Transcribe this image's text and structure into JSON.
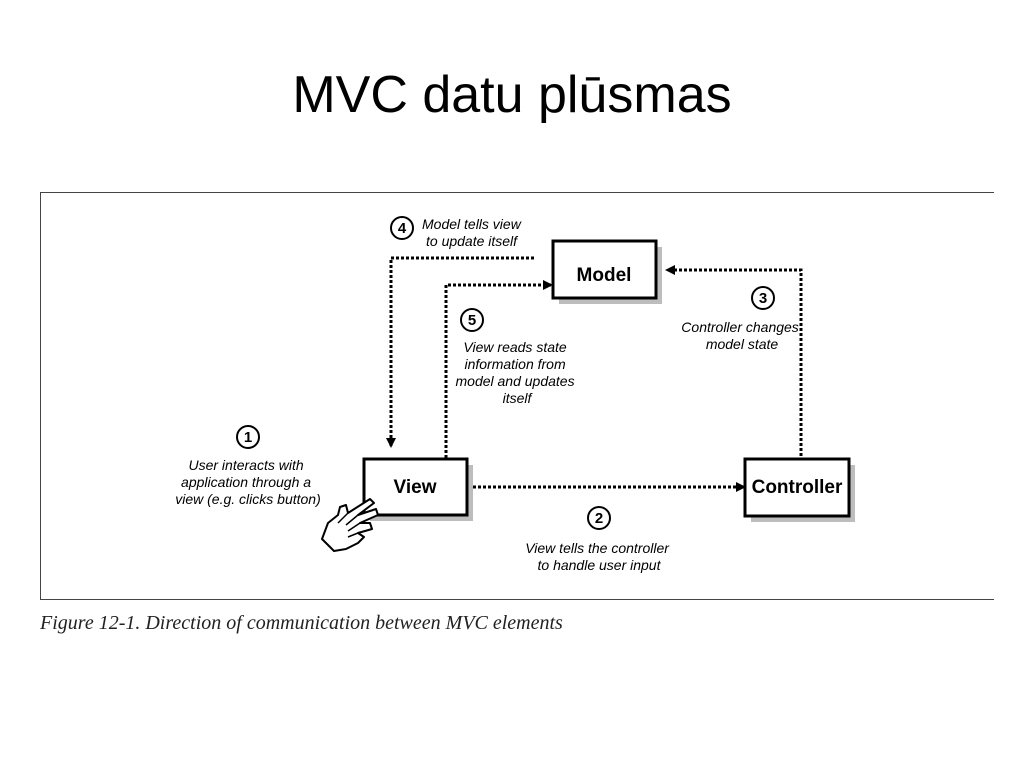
{
  "title": "MVC datu plūsmas",
  "caption": "Figure 12-1. Direction of communication between MVC elements",
  "nodes": {
    "model": "Model",
    "view": "View",
    "controller": "Controller"
  },
  "steps": [
    {
      "number": "1",
      "lines": [
        "User interacts with",
        "application through a",
        "view (e.g. clicks button)"
      ]
    },
    {
      "number": "2",
      "lines": [
        "View tells the controller",
        "to handle user input"
      ]
    },
    {
      "number": "3",
      "lines": [
        "Controller changes",
        "model state"
      ]
    },
    {
      "number": "4",
      "lines": [
        "Model tells view",
        "to update itself"
      ]
    },
    {
      "number": "5",
      "lines": [
        "View reads state",
        "information from",
        "model and updates",
        "itself"
      ]
    }
  ],
  "icons": {
    "cursor": "pointing-hand-icon"
  }
}
